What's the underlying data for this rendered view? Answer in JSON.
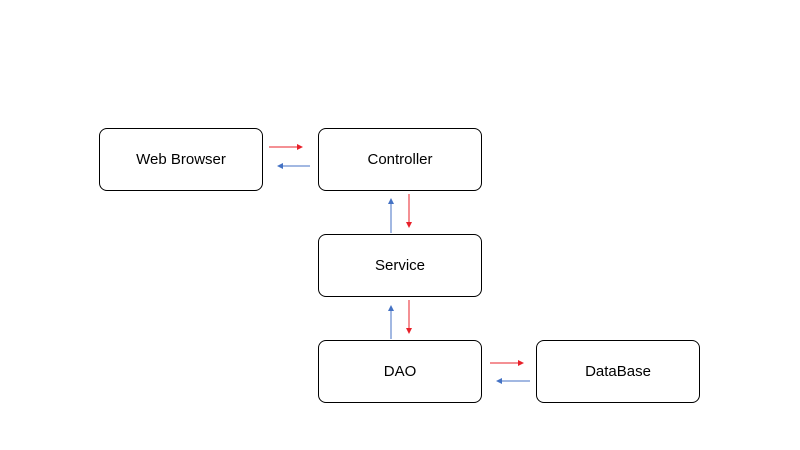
{
  "nodes": {
    "web_browser": "Web Browser",
    "controller": "Controller",
    "service": "Service",
    "dao": "DAO",
    "database": "DataBase"
  },
  "colors": {
    "request_arrow": "#e8202a",
    "response_arrow": "#4472c4",
    "box_border": "#000000",
    "text": "#000000"
  }
}
